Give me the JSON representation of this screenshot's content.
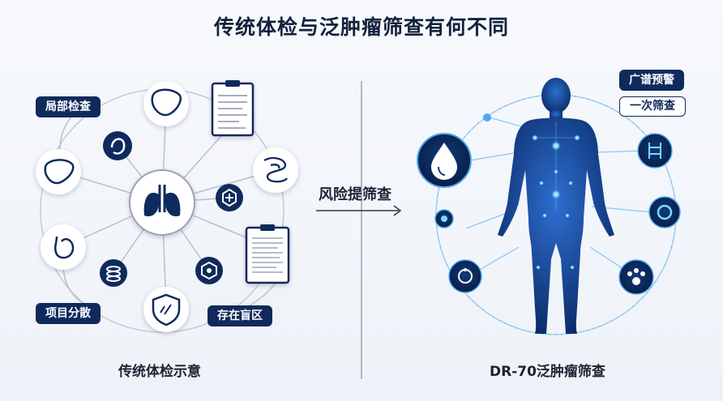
{
  "title": "传统体检与泛肿瘤筛查有何不同",
  "left": {
    "caption": "传统体检示意",
    "tags": {
      "local_check": "局部检查",
      "scattered_items": "项目分散",
      "blind_spot": "存在盲区"
    }
  },
  "middle": {
    "arrow_label": "风险提筛查"
  },
  "right": {
    "caption": "DR-70泛肿瘤筛查",
    "tags": {
      "early_warning": "广谱预警",
      "single_screen": "一次筛查"
    }
  },
  "colors": {
    "navy": "#0f2a5c",
    "accent_blue": "#1e7be0",
    "glow": "#4fc3ff",
    "divider": "#9aa3b0"
  }
}
